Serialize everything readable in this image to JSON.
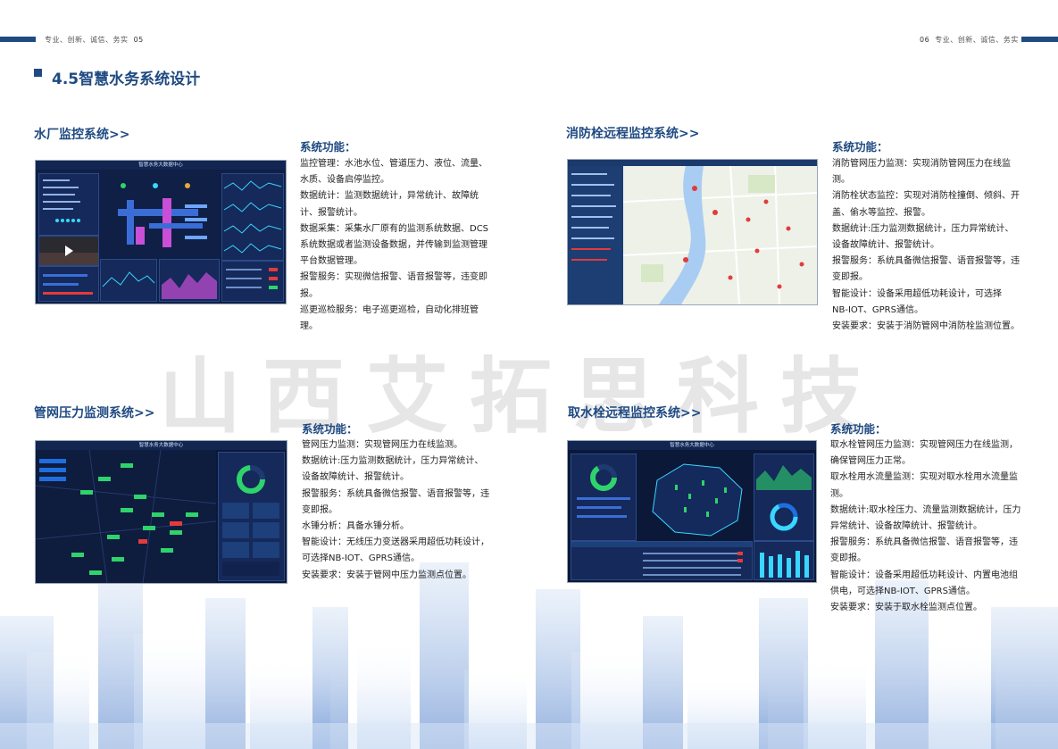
{
  "header": {
    "left_text": "专业、创新、诚信、务实",
    "left_page": "05",
    "right_page": "06",
    "right_text": "专业、创新、诚信、务实"
  },
  "main_title": "4.5智慧水务系统设计",
  "watermark": "山西艾拓思科技",
  "sections": [
    {
      "title": "水厂监控系统>>",
      "func_label": "系统功能：",
      "screenshot_title": "智慧水务大数据中心",
      "lines": [
        "监控管理：水池水位、管道压力、液位、流量、",
        "水质、设备启停监控。",
        "数据统计：监测数据统计，异常统计、故障统",
        "计、报警统计。",
        "数据采集：采集水厂原有的监测系统数据、DCS",
        "系统数据或者监测设备数据，并传输到监测管理",
        "平台数据管理。",
        "报警服务：实现微信报警、语音报警等，违变即",
        "报。",
        "巡更巡检服务：电子巡更巡检，自动化排班管",
        "理。"
      ]
    },
    {
      "title": "消防栓远程监控系统>>",
      "func_label": "系统功能：",
      "lines": [
        "消防管网压力监测：实现消防管网压力在线监",
        "测。",
        "消防栓状态监控：实现对消防栓撞倒、倾斜、开",
        "盖、偷水等监控、报警。",
        "数据统计:压力监测数据统计，压力异常统计、",
        "设备故障统计、报警统计。",
        "报警服务：系统具备微信报警、语音报警等，违",
        "变即报。",
        "智能设计：设备采用超低功耗设计，可选择",
        "NB-IOT、GPRS通信。",
        "安装要求：安装于消防管网中消防栓监测位置。"
      ]
    },
    {
      "title": "管网压力监测系统>>",
      "func_label": "系统功能：",
      "screenshot_title": "智慧水务大数据中心",
      "lines": [
        "管网压力监测：实现管网压力在线监测。",
        "数据统计:压力监测数据统计，压力异常统计、",
        "设备故障统计、报警统计。",
        "报警服务：系统具备微信报警、语音报警等，违",
        "变即报。",
        "水锤分析：具备水锤分析。",
        "智能设计：无线压力变送器采用超低功耗设计，",
        "可选择NB-IOT、GPRS通信。",
        "安装要求：安装于管网中压力监测点位置。"
      ]
    },
    {
      "title": "取水栓远程监控系统>>",
      "func_label": "系统功能：",
      "screenshot_title": "智慧水务大数据中心",
      "lines": [
        "取水栓管网压力监测：实现管网压力在线监测，",
        "确保管网压力正常。",
        "取水栓用水流量监测：实现对取水栓用水流量监",
        "测。",
        "数据统计:取水栓压力、流量监测数据统计，压力",
        "异常统计、设备故障统计、报警统计。",
        "报警服务：系统具备微信报警、语音报警等，违",
        "变即报。",
        "智能设计：设备采用超低功耗设计、内置电池组",
        "供电，可选择NB-IOT、GPRS通信。",
        "安装要求：安装于取水栓监测点位置。"
      ]
    }
  ],
  "colors": {
    "brand": "#1f4a82",
    "screen_bg": "#0f1f45",
    "accent_cyan": "#3ad6ff",
    "accent_green": "#2fd36b",
    "accent_red": "#e23b3b"
  }
}
